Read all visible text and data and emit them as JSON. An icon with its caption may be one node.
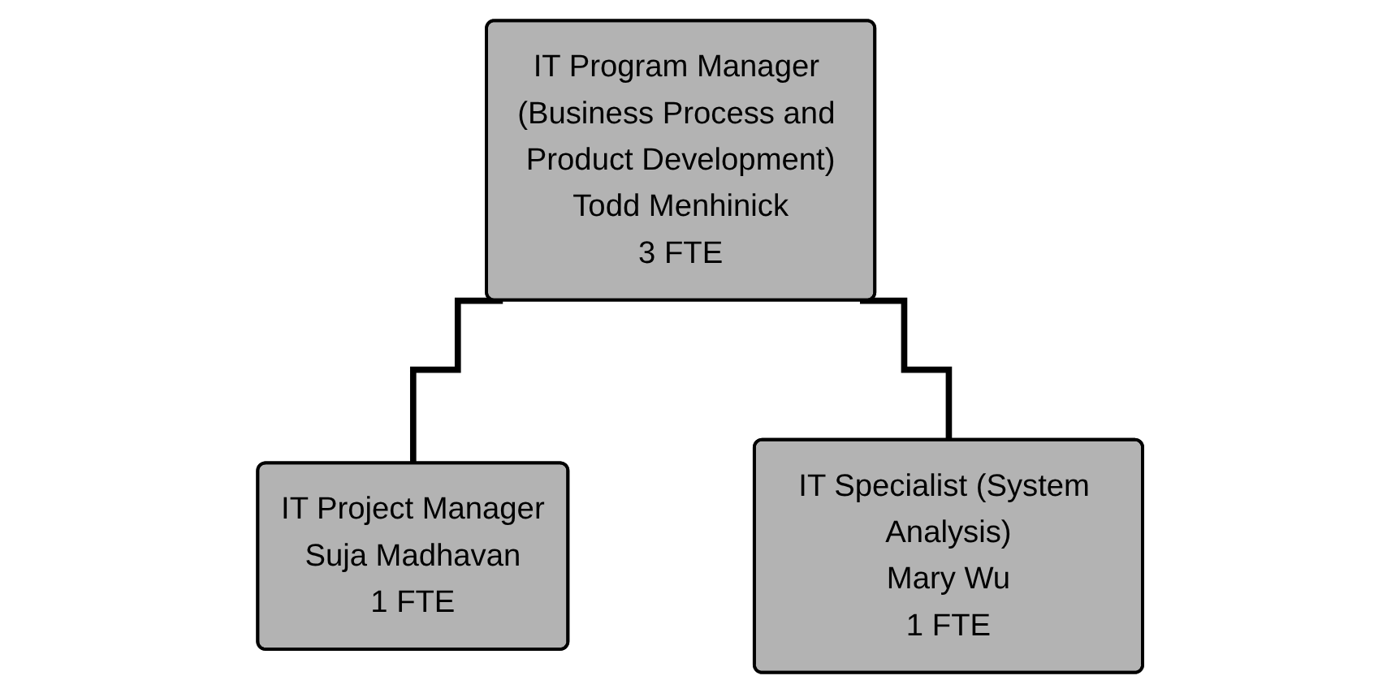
{
  "diagram": {
    "nodes": [
      {
        "text": [
          "IT Program Manager (Business Process and Product Development)",
          "Todd Menhinick",
          "3 FTE"
        ]
      },
      {
        "text": [
          "IT Project Manager",
          "Suja Madhavan",
          "1 FTE"
        ]
      },
      {
        "text": [
          "IT Specialist (System Analysis)",
          "Mary Wu",
          "1 FTE"
        ]
      }
    ],
    "edges": [
      {
        "from": 0,
        "to": 1,
        "arrow": "none"
      },
      {
        "from": 0,
        "to": 2,
        "arrow": "none"
      }
    ]
  }
}
